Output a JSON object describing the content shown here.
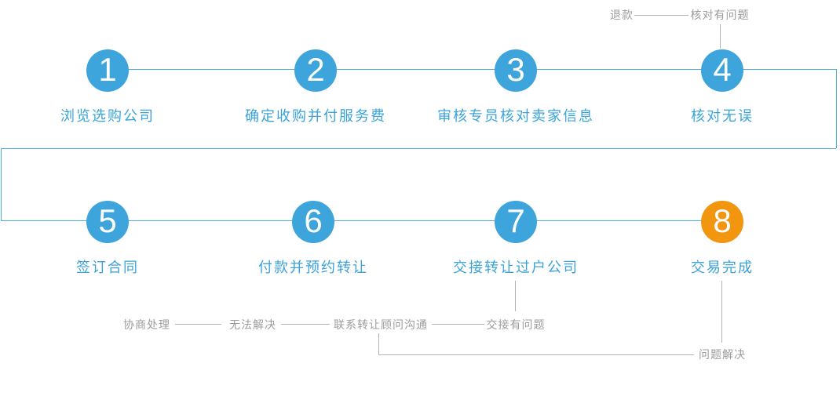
{
  "colors": {
    "step_blue": "#3da5db",
    "step_orange": "#f2950f",
    "flow_line": "#4facdf",
    "gray_line": "#b3b3b3",
    "gray_text": "#9c9c9c",
    "label_blue": "#3aa3da"
  },
  "steps": [
    {
      "num": "1",
      "label": "浏览选购公司"
    },
    {
      "num": "2",
      "label": "确定收购并付服务费"
    },
    {
      "num": "3",
      "label": "审核专员核对卖家信息"
    },
    {
      "num": "4",
      "label": "核对无误"
    },
    {
      "num": "5",
      "label": "签订合同"
    },
    {
      "num": "6",
      "label": "付款并预约转让"
    },
    {
      "num": "7",
      "label": "交接转让过户公司"
    },
    {
      "num": "8",
      "label": "交易完成"
    }
  ],
  "branch_labels": {
    "refund": "退款",
    "check_issue": "核对有问题",
    "negotiate": "协商处理",
    "unsolvable": "无法解决",
    "contact_advisor": "联系转让顾问沟通",
    "handover_issue": "交接有问题",
    "solved": "问题解决"
  }
}
